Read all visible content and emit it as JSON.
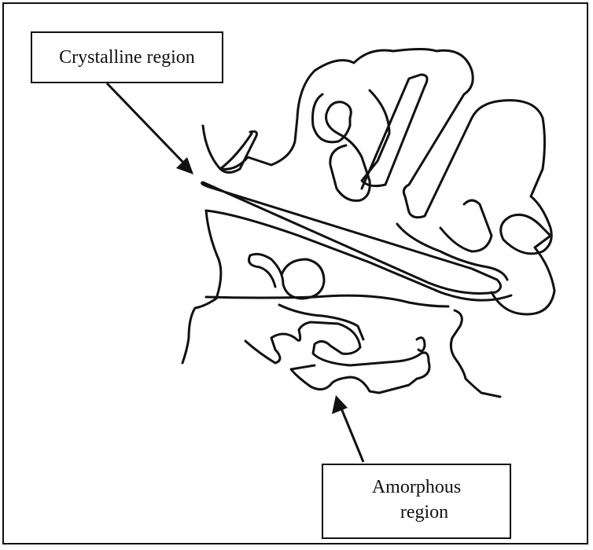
{
  "labels": {
    "crystalline": "Crystalline region",
    "amorphous_line1": "Amorphous",
    "amorphous_line2": "region"
  },
  "colors": {
    "ink": "#111111",
    "background": "#ffffff"
  }
}
